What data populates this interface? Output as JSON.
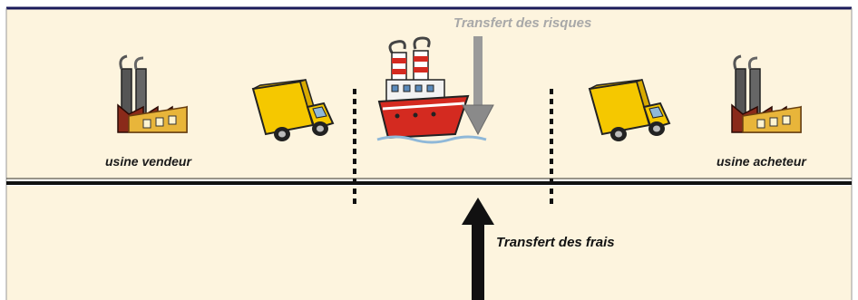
{
  "labels": {
    "risk_transfer": "Transfert des risques",
    "seller_factory": "usine vendeur",
    "buyer_factory": "usine acheteur",
    "cost_transfer": "Transfert des frais"
  },
  "colors": {
    "panel_fill": "#fdf4de",
    "frame_border": "#1a1a5a",
    "divider_line": "#111111",
    "truck_yellow": "#f5c800",
    "factory_ochre": "#e8b53a",
    "factory_red": "#8a2a1a",
    "ship_red": "#d42a20",
    "risk_arrow_gray": "#9a9a9a",
    "cost_arrow_black": "#111111"
  },
  "icons": [
    "factory-icon",
    "truck-icon",
    "ship-icon",
    "arrow-down-icon",
    "arrow-up-icon"
  ]
}
